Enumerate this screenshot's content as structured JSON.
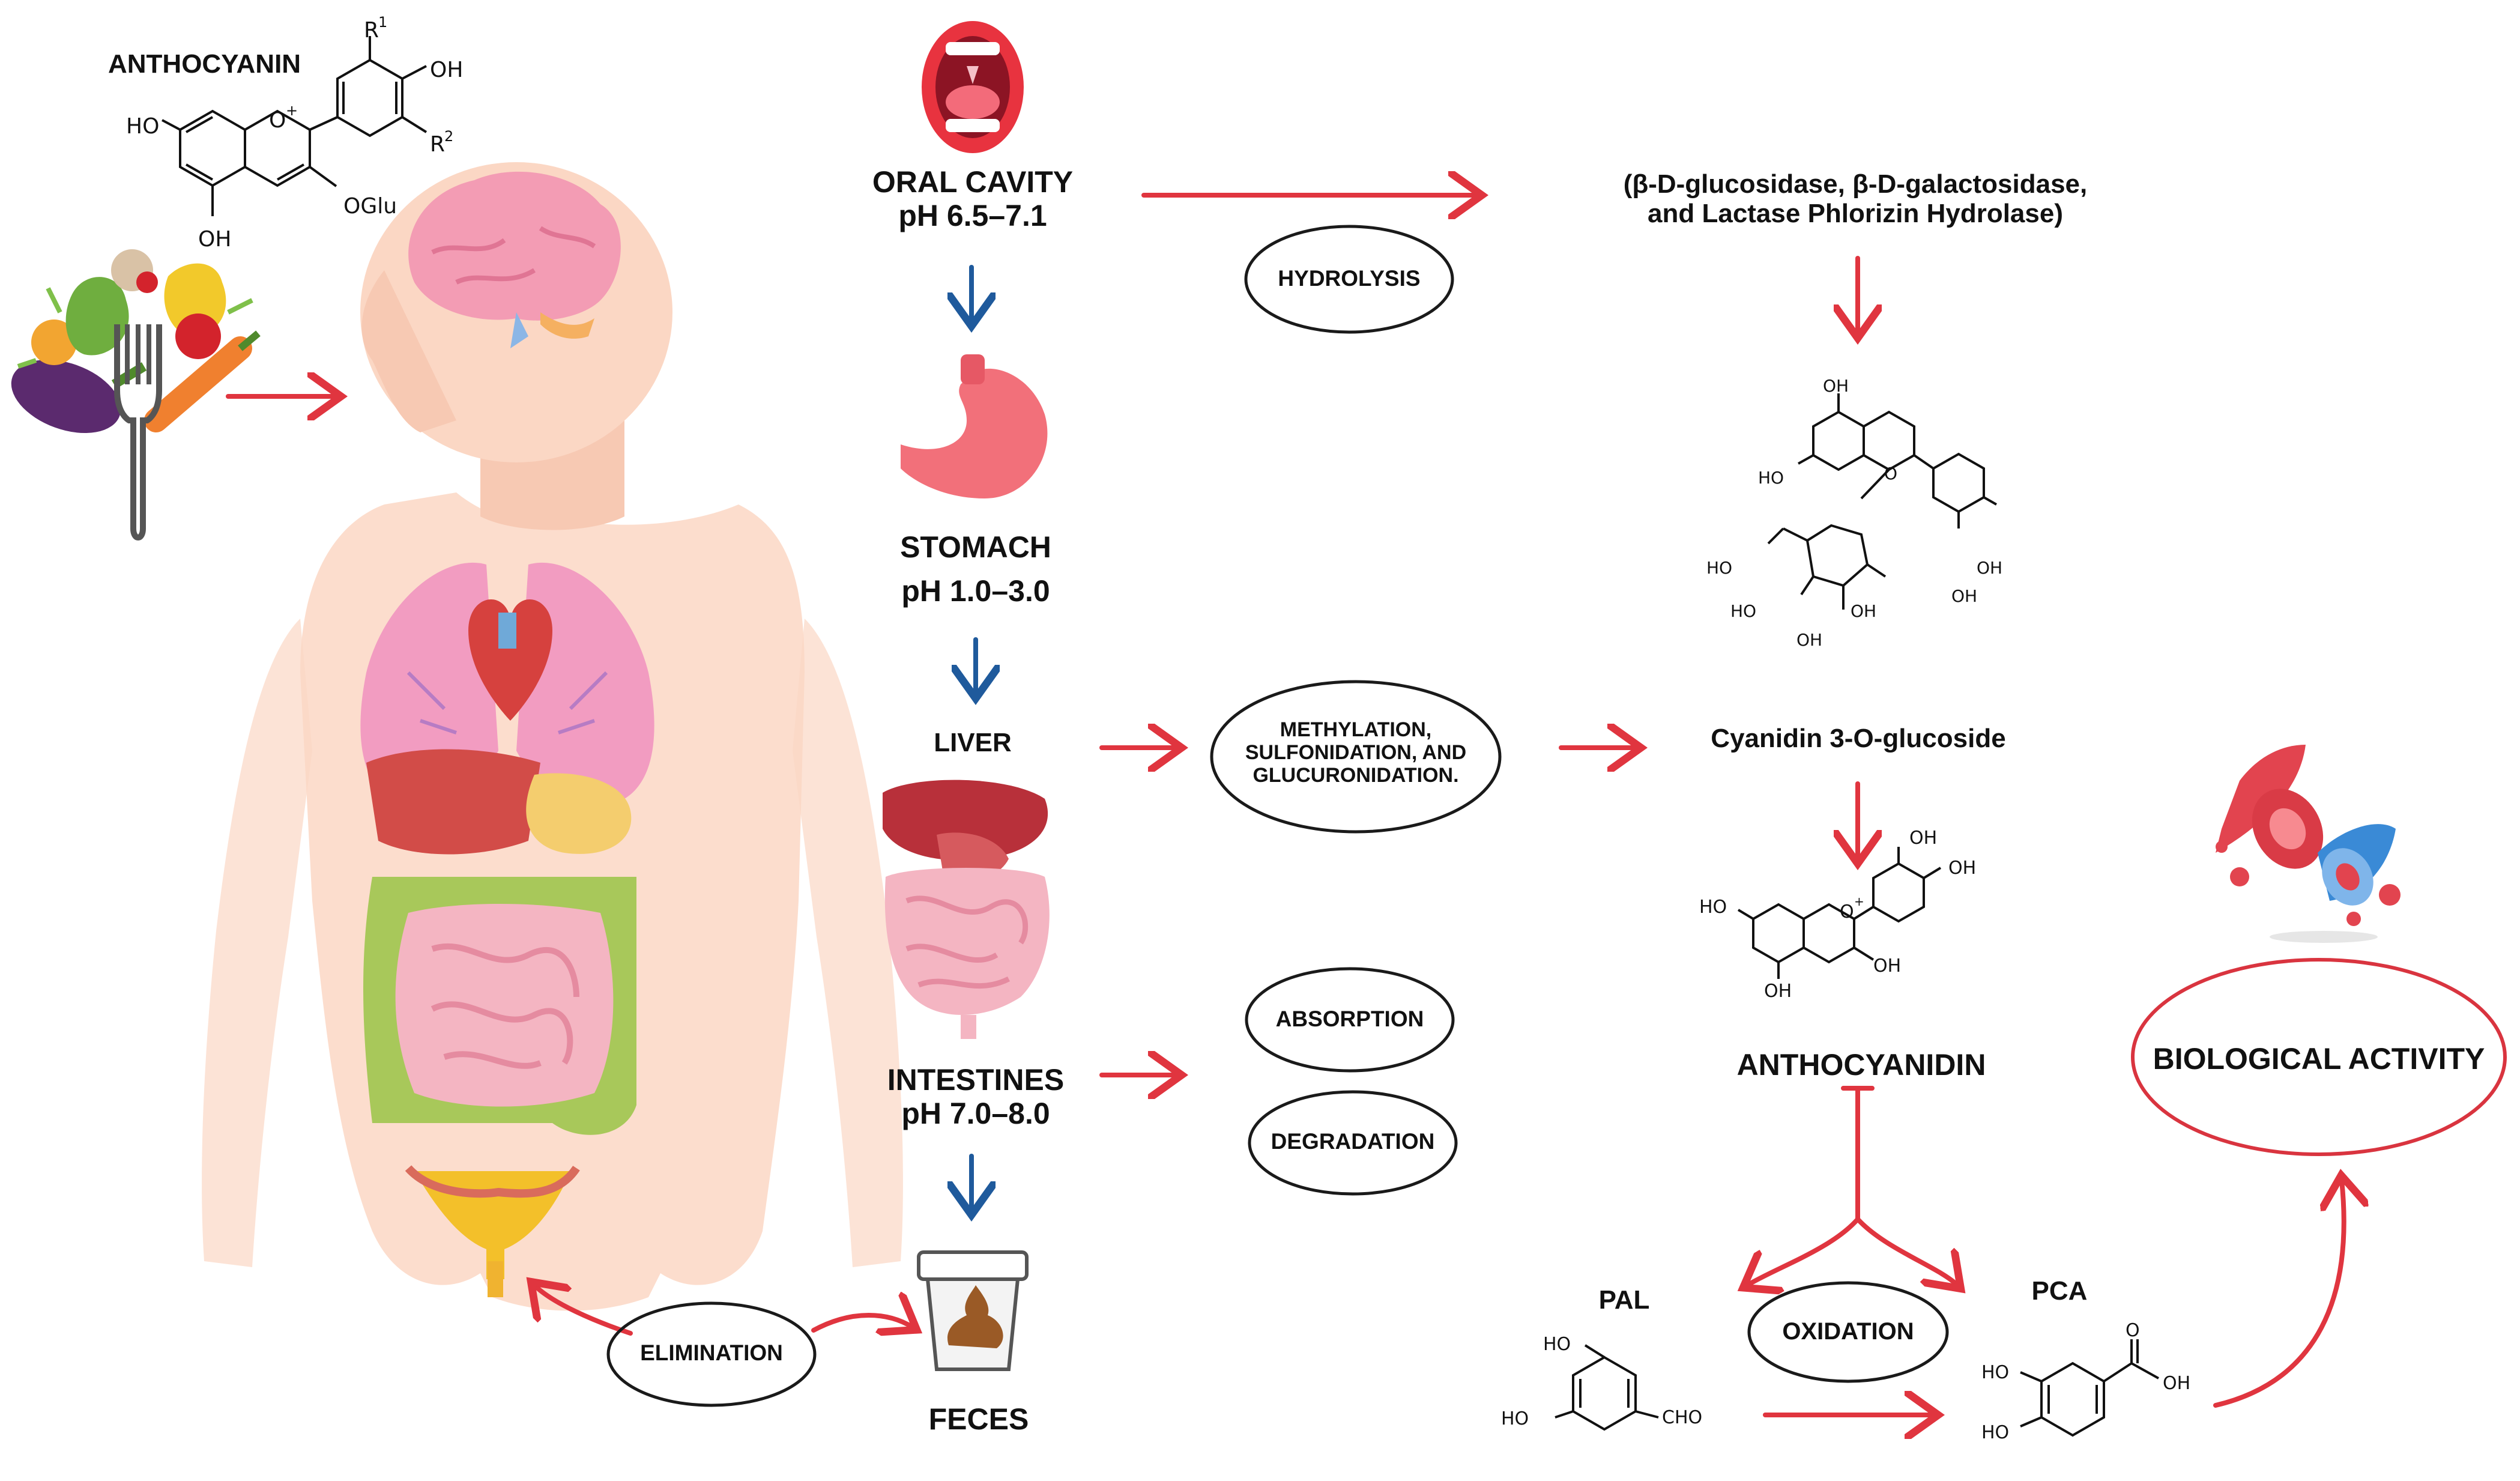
{
  "colors": {
    "red_arrow": "#e0353f",
    "blue_arrow": "#1f5a9c",
    "skin": "#fbd7c4",
    "lungs": "#f29cc1",
    "liver": "#b8303a",
    "intestine_small": "#f4b5c2",
    "intestine_large": "#a8c85a",
    "bladder": "#f3c02a",
    "ellipse_stroke": "#1a1a1a",
    "bio_circle": "#d9343f"
  },
  "icons": [
    "fork-icon",
    "vegetables-icon",
    "mouth-icon",
    "stomach-icon",
    "liver-intestine-icon",
    "feces-container-icon",
    "blood-vessel-icon",
    "brain-icon"
  ],
  "labels": {
    "anthocyanin": "ANTHOCYANIN",
    "oral_cavity": "ORAL CAVITY",
    "oral_ph": "pH 6.5–7.1",
    "stomach": "STOMACH",
    "stomach_ph": "pH 1.0–3.0",
    "liver": "LIVER",
    "intestines": "INTESTINES",
    "intestines_ph": "pH 7.0–8.0",
    "feces": "FECES",
    "enzymes_1": "(β-D-glucosidase, β-D-galactosidase,",
    "enzymes_2": "and Lactase Phlorizin Hydrolase)",
    "cyanidin": "Cyanidin 3-O-glucoside",
    "anthocyanidin": "ANTHOCYANIDIN",
    "pal": "PAL",
    "pca": "PCA"
  },
  "bubbles": {
    "hydrolysis": "HYDROLYSIS",
    "methylation_1": "METHYLATION,",
    "methylation_2": "SULFONIDATION, AND",
    "methylation_3": "GLUCURONIDATION.",
    "absorption": "ABSORPTION",
    "degradation": "DEGRADATION",
    "elimination": "ELIMINATION",
    "oxidation": "OXIDATION",
    "biological_activity": "BIOLOGICAL ACTIVITY"
  },
  "chem": {
    "oh": "OH",
    "ho": "HO",
    "r1": "R",
    "r1_sup": "1",
    "r2": "R",
    "r2_sup": "2",
    "o_plus": "O",
    "plus": "+",
    "oglu": "OGlu",
    "o": "O",
    "cho": "CHO"
  }
}
